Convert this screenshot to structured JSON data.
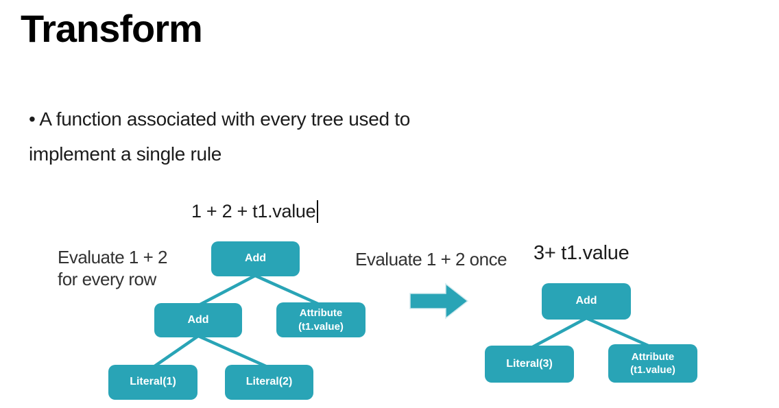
{
  "colors": {
    "teal": "#29A4B6",
    "text_dark": "#1c1c1c",
    "label_gray": "#323232"
  },
  "slide": {
    "title": "Transform",
    "bullet_lines": [
      "• A function associated with every tree used to",
      "implement a single rule"
    ],
    "expression": "1 + 2 + t1.value"
  },
  "labels": {
    "left_line1": "Evaluate 1 + 2",
    "left_line2": "for every row",
    "middle": "Evaluate 1 + 2 once",
    "result": "3+ t1.value"
  },
  "left_tree": {
    "root": "Add",
    "child_add": "Add",
    "child_attr_line1": "Attribute",
    "child_attr_line2": "(t1.value)",
    "leaf1": "Literal(1)",
    "leaf2": "Literal(2)"
  },
  "right_tree": {
    "root": "Add",
    "leaf_literal": "Literal(3)",
    "leaf_attr_line1": "Attribute",
    "leaf_attr_line2": "(t1.value)"
  },
  "icons": {
    "arrow": "right-arrow"
  }
}
